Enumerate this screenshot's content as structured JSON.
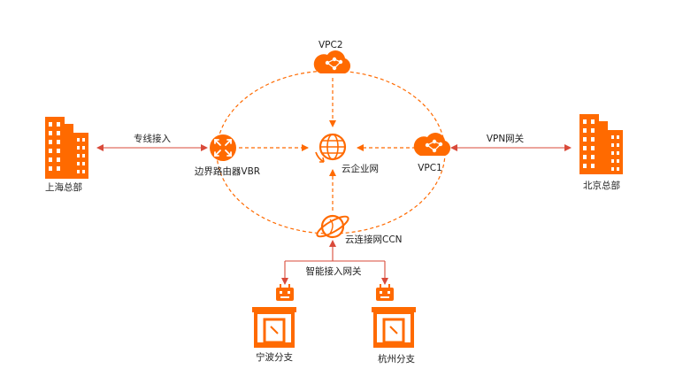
{
  "colors": {
    "accent": "#FF6A00",
    "link_line": "#D94A3A",
    "text": "#222222",
    "white": "#FFFFFF"
  },
  "nodes": {
    "shanghai_hq": {
      "label": "上海总部",
      "icon": "office-building-icon"
    },
    "beijing_hq": {
      "label": "北京总部",
      "icon": "office-building-icon"
    },
    "vbr": {
      "label": "边界路由器VBR",
      "icon": "router-icon"
    },
    "cen": {
      "label": "云企业网",
      "icon": "globe-network-icon"
    },
    "vpc1": {
      "label": "VPC1",
      "icon": "cloud-icon"
    },
    "vpc2": {
      "label": "VPC2",
      "icon": "cloud-icon"
    },
    "ccn": {
      "label": "云连接网CCN",
      "icon": "planet-icon"
    },
    "ningbo_branch": {
      "label": "宁波分支",
      "icon": "storefront-icon"
    },
    "hangzhou_branch": {
      "label": "杭州分支",
      "icon": "storefront-icon"
    },
    "smart_gateway_left": {
      "icon": "gateway-device-icon"
    },
    "smart_gateway_right": {
      "icon": "gateway-device-icon"
    }
  },
  "links": {
    "leased_line": {
      "label": "专线接入"
    },
    "vpn_gateway": {
      "label": "VPN网关"
    },
    "smart_access_gateway": {
      "label": "智能接入网关"
    }
  }
}
